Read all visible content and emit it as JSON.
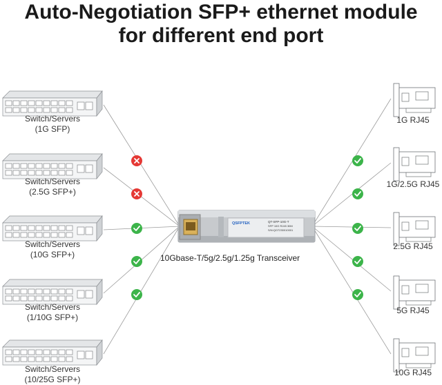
{
  "title": {
    "line1": "Auto-Negotiation SFP+ ethernet module",
    "line2": "for different end port"
  },
  "module": {
    "caption": "10Gbase-T/5g/2.5g/1.25g Transceiver",
    "brand": "QSFPTEK",
    "label_line1": "QT-SFP-10G-T",
    "label_line2": "SFP 10G RJ45 30M",
    "label_line3": "S/N:QO7230010001"
  },
  "left_devices": [
    {
      "line1": "Switch/Servers",
      "line2": "(1G SFP)",
      "status": "incompatible"
    },
    {
      "line1": "Switch/Servers",
      "line2": "(2.5G SFP+)",
      "status": "incompatible"
    },
    {
      "line1": "Switch/Servers",
      "line2": "(10G SFP+)",
      "status": "compatible"
    },
    {
      "line1": "Switch/Servers",
      "line2": "(1/10G SFP+)",
      "status": "compatible"
    },
    {
      "line1": "Switch/Servers",
      "line2": "(10/25G SFP+)",
      "status": "compatible"
    }
  ],
  "right_devices": [
    {
      "label": "1G RJ45",
      "status": "compatible"
    },
    {
      "label": "1G/2.5G RJ45",
      "status": "compatible"
    },
    {
      "label": "2.5G RJ45",
      "status": "compatible"
    },
    {
      "label": "5G RJ45",
      "status": "compatible"
    },
    {
      "label": "10G RJ45",
      "status": "compatible"
    }
  ],
  "colors": {
    "compatible": "#3cb44a",
    "incompatible": "#e53935",
    "line": "#9a9a9a"
  },
  "icons": {
    "compatible": "check-icon",
    "incompatible": "cross-icon"
  }
}
